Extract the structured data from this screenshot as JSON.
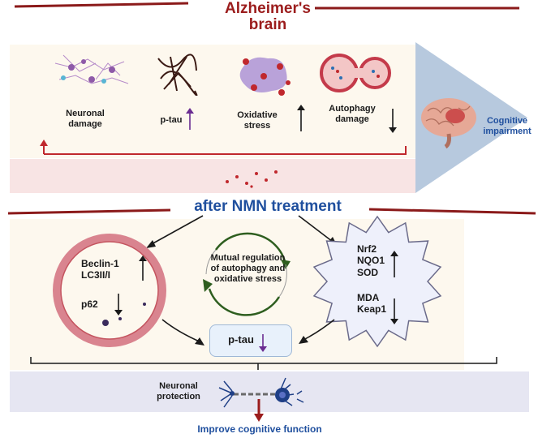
{
  "header": {
    "title_line1": "Alzheimer's",
    "title_line2": "brain"
  },
  "pathology": [
    {
      "label_line1": "Neuronal",
      "label_line2": "damage"
    },
    {
      "label_line1": "p-tau",
      "label_line2": "",
      "direction": "up"
    },
    {
      "label_line1": "Oxidative",
      "label_line2": "stress",
      "direction": "up"
    },
    {
      "label_line1": "Autophagy",
      "label_line2": "damage",
      "direction": "down"
    }
  ],
  "outcome": {
    "line1": "Cognitive",
    "line2": "impairment"
  },
  "treatment": {
    "title": "after NMN treatment"
  },
  "autophagy_markers": {
    "up": [
      "Beclin-1",
      "LC3II/I"
    ],
    "down": [
      "p62"
    ]
  },
  "cycle": {
    "line1": "Mutual regulation",
    "line2": "of autophagy and",
    "line3": "oxidative stress"
  },
  "oxidative_markers": {
    "up": [
      "Nrf2",
      "NQO1",
      "SOD"
    ],
    "down": [
      "MDA",
      "Keap1"
    ]
  },
  "ptau_box": {
    "label": "p-tau",
    "direction": "down"
  },
  "protection": {
    "line1": "Neuronal",
    "line2": "protection"
  },
  "final": {
    "label": "Improve cognitive function"
  },
  "colors": {
    "title_red": "#9b1c1c",
    "title_blue": "#1f4f9e",
    "arrow_purple": "#6a2c91",
    "cycle_green": "#2e5e1f"
  }
}
